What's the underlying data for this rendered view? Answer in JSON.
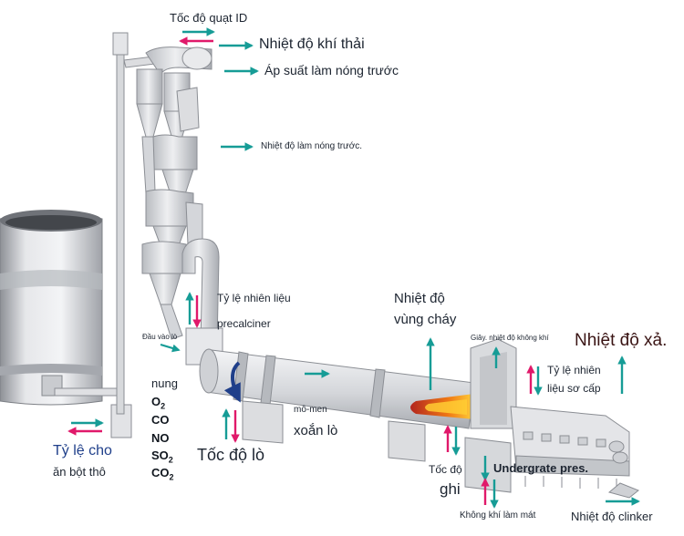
{
  "labels": {
    "id_fan_speed": "Tốc độ quạt ID",
    "exhaust_gas_temp": "Nhiệt độ khí thải",
    "preheater_pressure": "Áp suất làm nóng trước",
    "preheater_temp": "Nhiệt độ làm nóng trước.",
    "precalciner_fuel_rate_line1": "Tỷ lệ nhiên liệu",
    "precalciner_fuel_rate_line2": "precalciner",
    "kiln_inlet": "Đầu vào lò",
    "calcination": "nung",
    "kiln_torque_line1": "mô-men",
    "kiln_torque_line2": "xoắn lò",
    "kiln_speed": "Tốc độ lò",
    "raw_meal_rate_line1": "Tỷ lệ cho",
    "raw_meal_rate_line2": "ăn bột thô",
    "burning_zone_temp_line1": "Nhiệt độ",
    "burning_zone_temp_line2": "vùng cháy",
    "secondary_air": "Giây. nhiệt độ không khí",
    "discharge_temp": "Nhiệt độ xả.",
    "primary_fuel_rate_line1": "Tỷ lệ nhiên",
    "primary_fuel_rate_line2": "liệu sơ cấp",
    "grate_speed_line1": "Tốc độ",
    "grate_speed_line2": "ghi",
    "undergrate_pressure": "Undergrate pres.",
    "cooling_air": "Không khí làm mát",
    "clinker_temp": "Nhiệt độ clinker"
  },
  "gases": [
    {
      "base": "O",
      "sub": "2"
    },
    {
      "base": "CO",
      "sub": ""
    },
    {
      "base": "NO",
      "sub": ""
    },
    {
      "base": "SO",
      "sub": "2"
    },
    {
      "base": "CO",
      "sub": "2"
    }
  ],
  "colors": {
    "arrow_teal": "#169c96",
    "arrow_pink": "#e0196a",
    "equipment": "#e4e5e8",
    "equipment_shadow": "#a9acb2",
    "flame": "#f07a14",
    "rotation_arrow": "#1f3f8a"
  }
}
